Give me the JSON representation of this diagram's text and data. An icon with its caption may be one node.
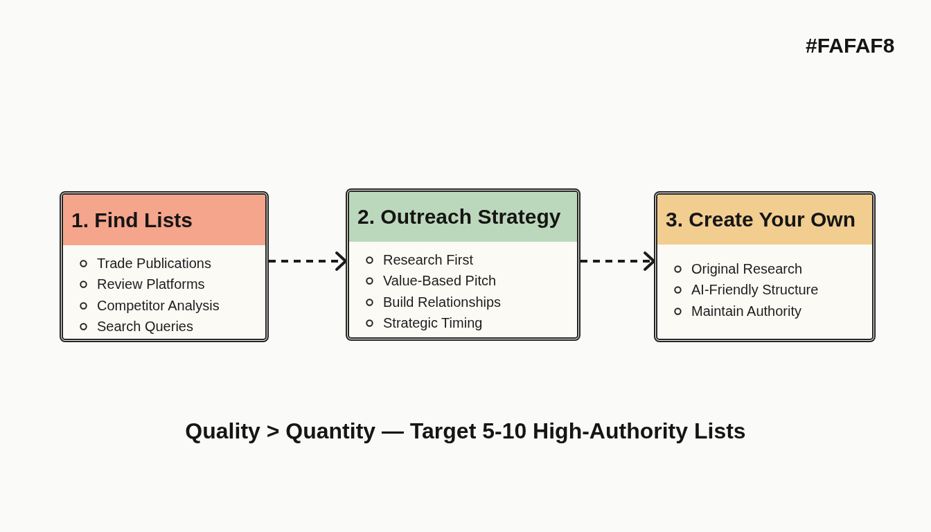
{
  "diagram": {
    "caption": "Quality > Quantity — Target 5-10 High-Authority Lists",
    "nodes": [
      {
        "text": [
          "1. Find Lists",
          "Trade Publications",
          "Review Platforms",
          "Competitor Analysis",
          "Search Queries"
        ]
      },
      {
        "text": [
          "2. Outreach Strategy",
          "Research First",
          "Value-Based Pitch",
          "Build Relationships",
          "Strategic Timing"
        ]
      },
      {
        "text": [
          "3. Create Your Own",
          "Original Research",
          "AI-Friendly Structure",
          "Maintain Authority"
        ]
      }
    ],
    "edges": [
      {
        "from": 0,
        "to": 1,
        "arrow": "to",
        "style": "dashed"
      },
      {
        "from": 1,
        "to": 2,
        "arrow": "to",
        "style": "dashed"
      }
    ],
    "labels": [
      "#FAFAF8"
    ]
  }
}
